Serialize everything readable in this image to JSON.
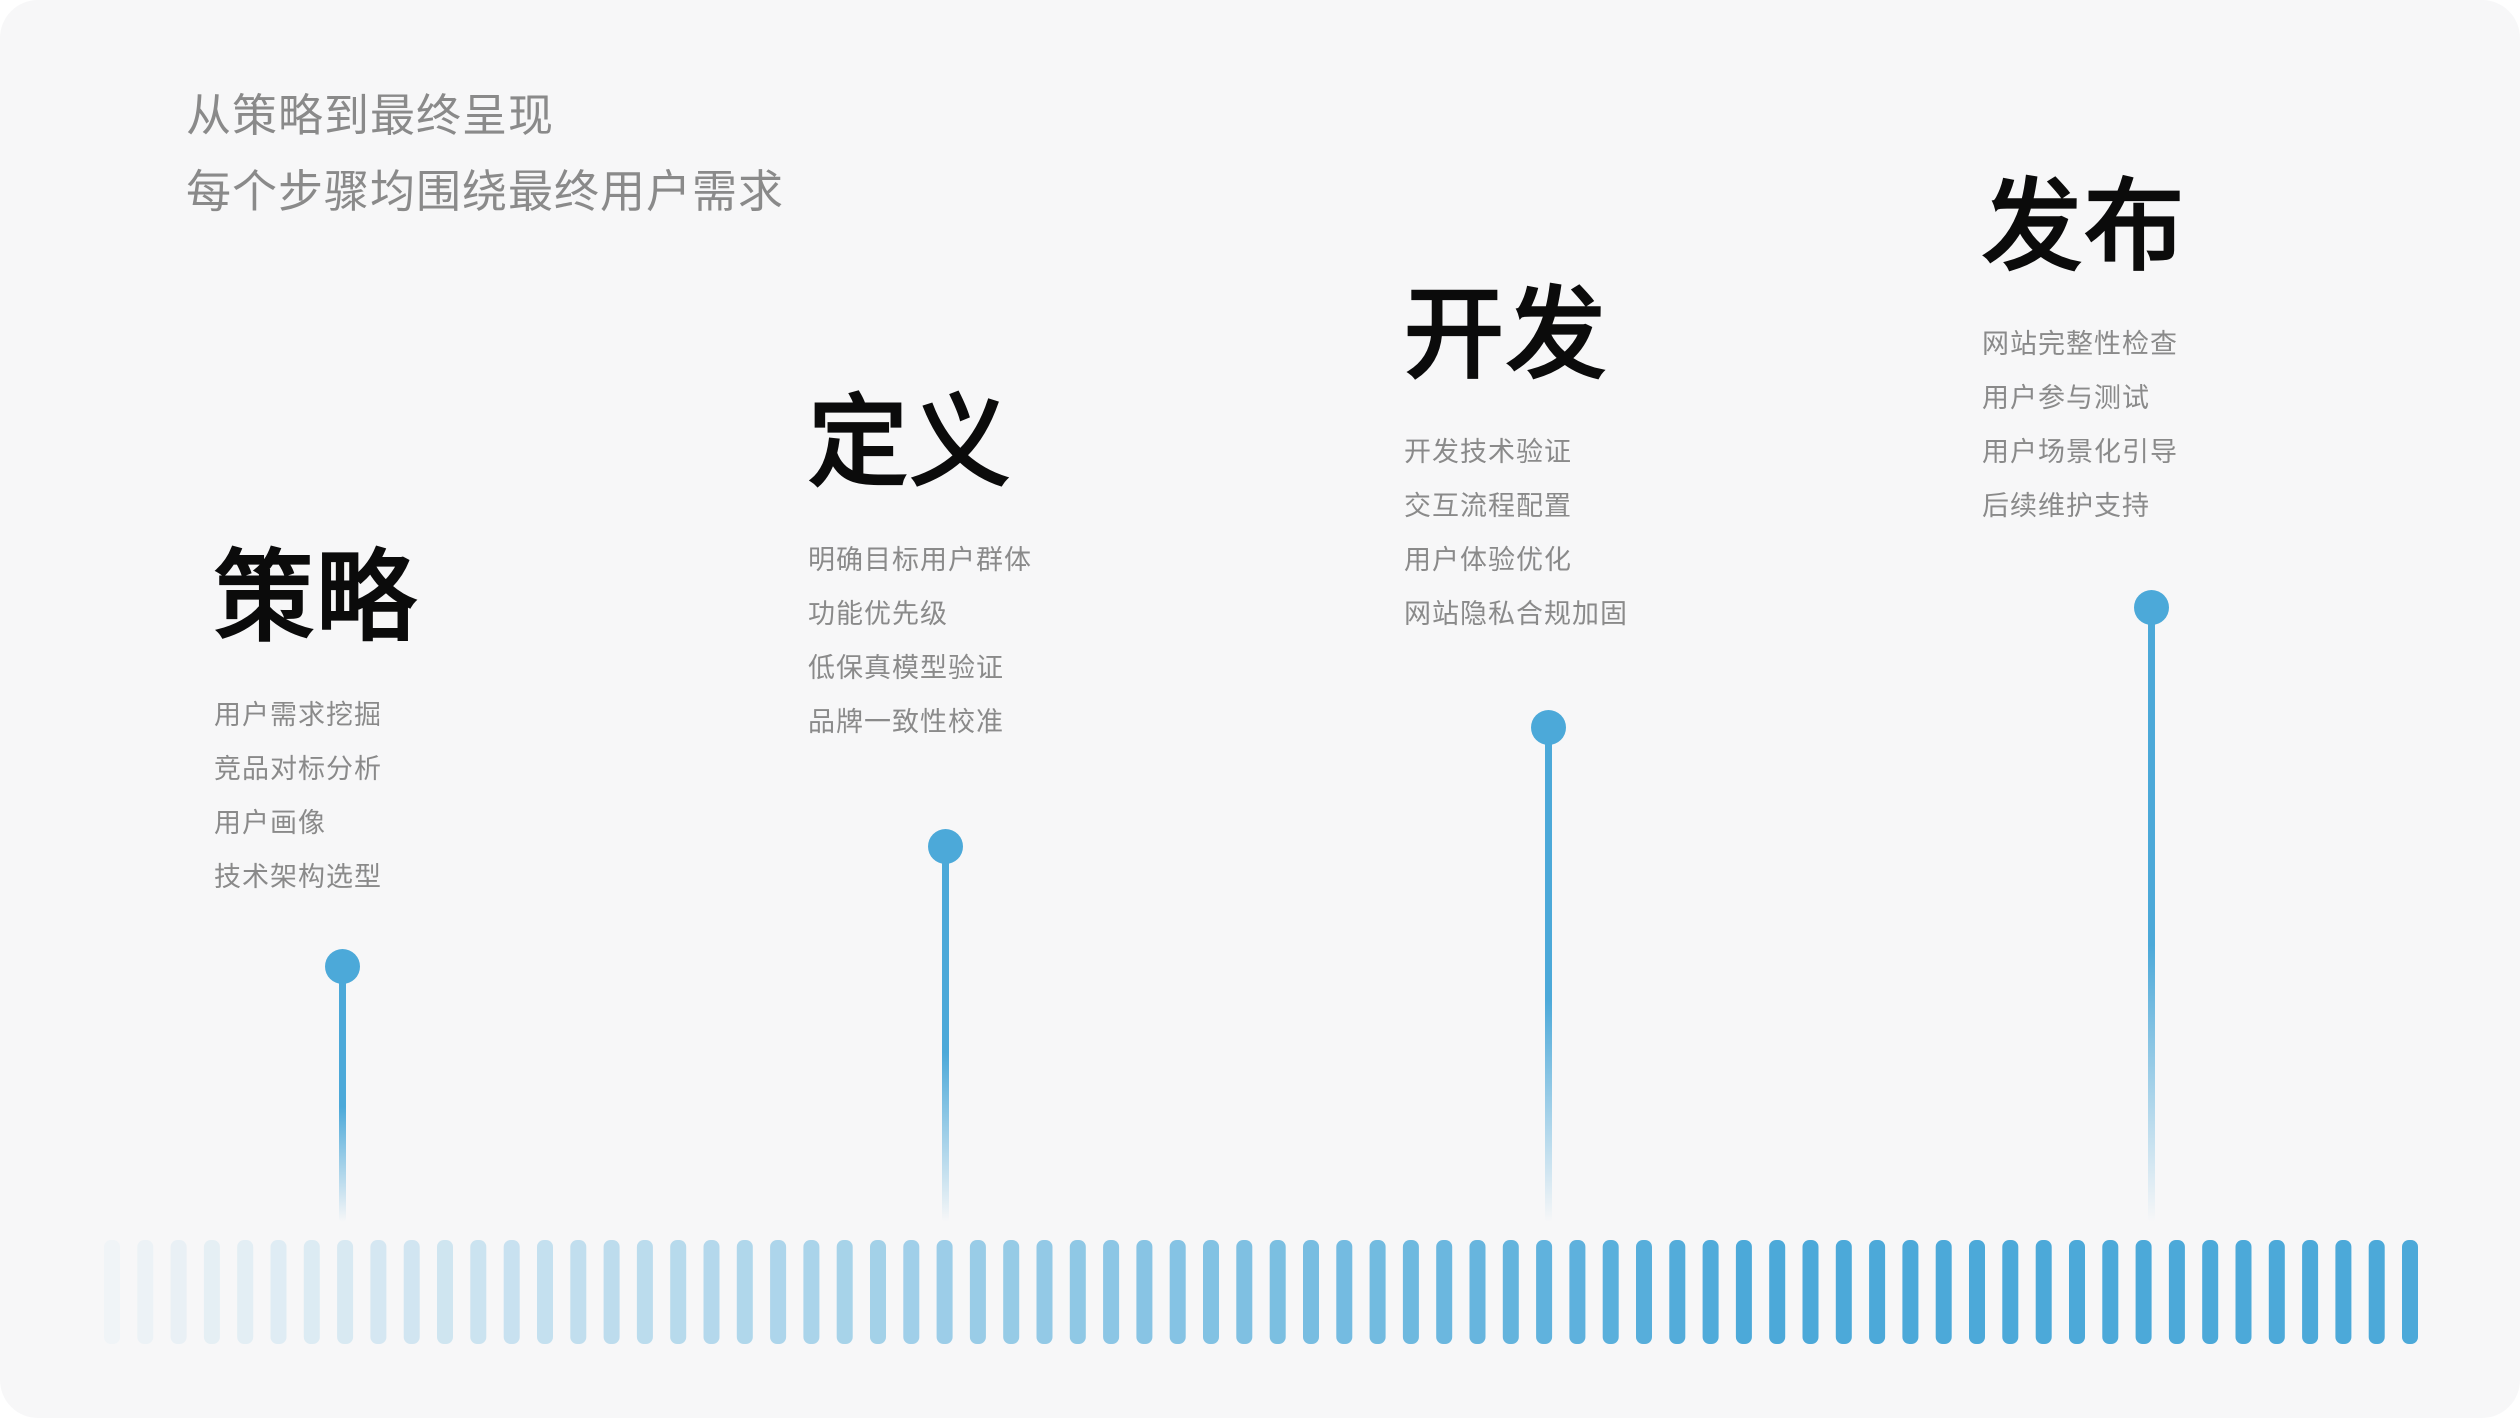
{
  "intro": {
    "line1": "从策略到最终呈现",
    "line2": "每个步骤均围绕最终用户需求"
  },
  "stages": [
    {
      "title": "策略",
      "items": [
        "用户需求挖掘",
        "竞品对标分析",
        "用户画像",
        "技术架构选型"
      ]
    },
    {
      "title": "定义",
      "items": [
        "明确目标用户群体",
        "功能优先级",
        "低保真模型验证",
        "品牌一致性校准"
      ]
    },
    {
      "title": "开发",
      "items": [
        "开发技术验证",
        "交互流程配置",
        "用户体验优化",
        "网站隐私合规加固"
      ]
    },
    {
      "title": "发布",
      "items": [
        "网站完整性检查",
        "用户参与测试",
        "用户场景化引导",
        "后续维护支持"
      ]
    }
  ],
  "colors": {
    "accent": "#4ca9d9",
    "background": "#f7f7f8",
    "title": "#0b0b0b",
    "muted": "#8a8a8a"
  }
}
